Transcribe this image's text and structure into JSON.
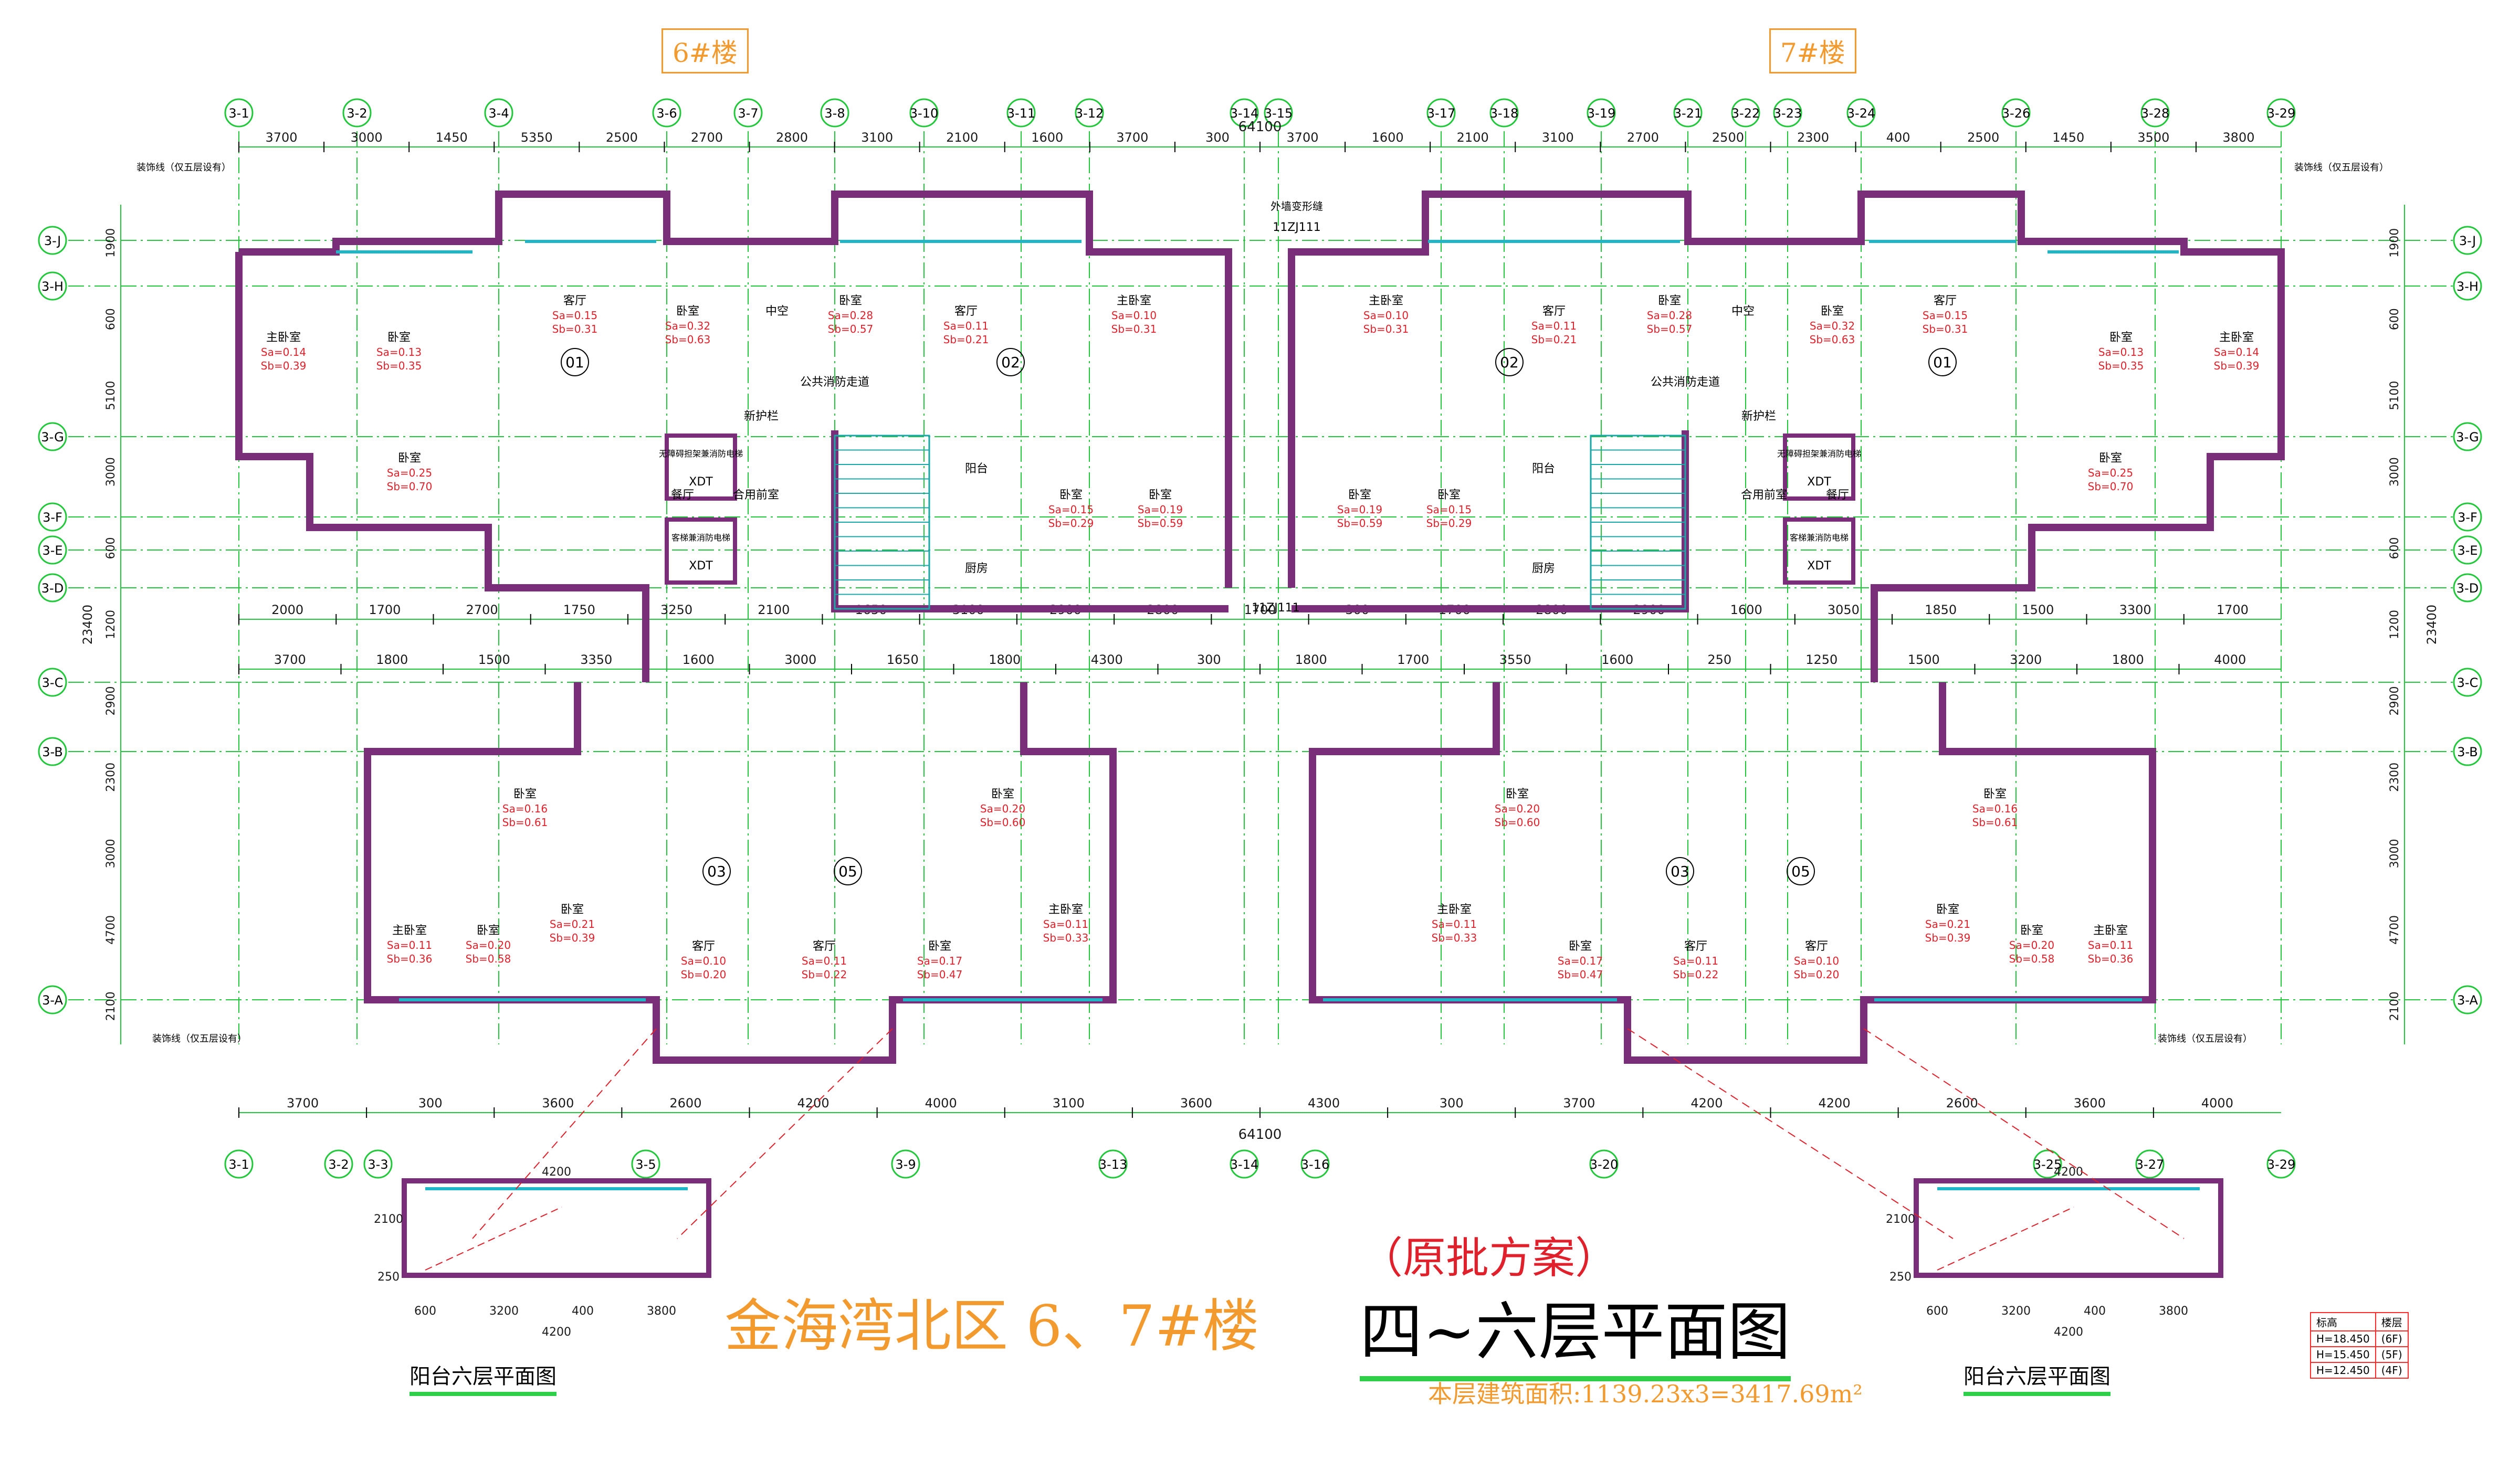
{
  "title": {
    "project": "金海湾北区 6、7#楼",
    "plan": "四~六层平面图",
    "note": "（原批方案）",
    "area": "本层建筑面积:1139.23x3=3417.69m²"
  },
  "buildings": [
    "6#楼",
    "7#楼"
  ],
  "top_axes": [
    "3-1",
    "3-2",
    "3-4",
    "3-6",
    "3-7",
    "3-8",
    "3-10",
    "3-11",
    "3-12",
    "3-14",
    "3-15",
    "3-17",
    "3-18",
    "3-19",
    "3-21",
    "3-22",
    "3-23",
    "3-24",
    "3-26",
    "3-28",
    "3-29"
  ],
  "bottom_axes": [
    "3-1",
    "3-2",
    "3-3",
    "3-5",
    "3-9",
    "3-13",
    "3-14",
    "3-16",
    "3-20",
    "3-25",
    "3-27",
    "3-29"
  ],
  "row_axes": [
    "3-J",
    "3-H",
    "3-G",
    "3-F",
    "3-E",
    "3-D",
    "3-C",
    "3-B",
    "3-A"
  ],
  "top_dims": [
    "3700",
    "3000",
    "1450",
    "5350",
    "2500",
    "2700",
    "2800",
    "3100",
    "2100",
    "1600",
    "3700",
    "300",
    "3700",
    "1600",
    "2100",
    "3100",
    "2700",
    "2500",
    "2300",
    "400",
    "2500",
    "1450",
    "3500",
    "3800"
  ],
  "overall_dim": "64100",
  "second_dims": [
    "2000",
    "1700",
    "2700",
    "1750",
    "3250",
    "2100",
    "1650",
    "3100",
    "2900",
    "2800",
    "1700",
    "300",
    "1700",
    "2800",
    "2900",
    "1600",
    "3050",
    "1850",
    "1500",
    "3300",
    "1700"
  ],
  "third_dims": [
    "3700",
    "1800",
    "1500",
    "3350",
    "1600",
    "3000",
    "1650",
    "1800",
    "4300",
    "300",
    "1800",
    "1700",
    "3550",
    "1600",
    "250",
    "1250",
    "1500",
    "3200",
    "1800",
    "4000"
  ],
  "bottom_dims": [
    "3700",
    "300",
    "3600",
    "2600",
    "4200",
    "4000",
    "3100",
    "3600",
    "4300",
    "300",
    "3700",
    "4200",
    "4200",
    "2600",
    "3600",
    "4000"
  ],
  "left_dims": [
    "1900",
    "600",
    "5100",
    "3000",
    "600",
    "1200",
    "2900",
    "2300",
    "3000",
    "4700",
    "2100"
  ],
  "overall_left": "23400",
  "units": [
    {
      "id": "01",
      "side": "left"
    },
    {
      "id": "02",
      "side": "left"
    },
    {
      "id": "03",
      "side": "left"
    },
    {
      "id": "05",
      "side": "left"
    },
    {
      "id": "02",
      "side": "right"
    },
    {
      "id": "01",
      "side": "right"
    },
    {
      "id": "03",
      "side": "right"
    },
    {
      "id": "05",
      "side": "right"
    }
  ],
  "room_labels": [
    {
      "name": "主卧室",
      "sa": "Sa=0.14",
      "sb": "Sb=0.39"
    },
    {
      "name": "卧室",
      "sa": "Sa=0.13",
      "sb": "Sb=0.35"
    },
    {
      "name": "客厅",
      "sa": "Sa=0.15",
      "sb": "Sb=0.31"
    },
    {
      "name": "卧室",
      "sa": "Sa=0.32",
      "sb": "Sb=0.63"
    },
    {
      "name": "卧室",
      "sa": "Sa=0.28",
      "sb": "Sb=0.57"
    },
    {
      "name": "客厅",
      "sa": "Sa=0.11",
      "sb": "Sb=0.21"
    },
    {
      "name": "主卧室",
      "sa": "Sa=0.10",
      "sb": "Sb=0.31"
    },
    {
      "name": "卧室",
      "sa": "Sa=0.25",
      "sb": "Sb=0.70"
    },
    {
      "name": "卧室",
      "sa": "Sa=0.15",
      "sb": "Sb=0.29"
    },
    {
      "name": "卧室",
      "sa": "Sa=0.19",
      "sb": "Sb=0.59"
    },
    {
      "name": "卧室",
      "sa": "Sa=0.16",
      "sb": "Sb=0.61"
    },
    {
      "name": "卧室",
      "sa": "Sa=0.20",
      "sb": "Sb=0.60"
    },
    {
      "name": "主卧室",
      "sa": "Sa=0.11",
      "sb": "Sb=0.36"
    },
    {
      "name": "卧室",
      "sa": "Sa=0.21",
      "sb": "Sb=0.39"
    },
    {
      "name": "卧室",
      "sa": "Sa=0.20",
      "sb": "Sb=0.58"
    },
    {
      "name": "客厅",
      "sa": "Sa=0.10",
      "sb": "Sb=0.20"
    },
    {
      "name": "客厅",
      "sa": "Sa=0.11",
      "sb": "Sb=0.22"
    },
    {
      "name": "卧室",
      "sa": "Sa=0.17",
      "sb": "Sb=0.47"
    },
    {
      "name": "主卧室",
      "sa": "Sa=0.11",
      "sb": "Sb=0.33"
    }
  ],
  "generic_rooms": [
    "餐厅",
    "厨房",
    "阳台",
    "中空",
    "公共消防走道",
    "合用前室",
    "新护栏"
  ],
  "elevator_labels": [
    "无障碍担架兼消防电梯",
    "XDT",
    "客梯兼消防电梯",
    "XDT"
  ],
  "detail_label": "外墙变形缝",
  "detail_ref": "11ZJ111",
  "decor_note": "装饰线（仅五层设有）",
  "balcony_caption": "阳台六层平面图",
  "balcony_dims": {
    "total": "4200",
    "parts": [
      "600",
      "3200",
      "400",
      "3800"
    ],
    "height": [
      "2100",
      "250"
    ]
  },
  "levels": [
    {
      "h": "H=18.450",
      "floor": "(6F)"
    },
    {
      "h": "H=15.450",
      "floor": "(5F)"
    },
    {
      "h": "H=12.450",
      "floor": "(4F)"
    }
  ],
  "legend_header": [
    "标高",
    "楼层"
  ],
  "colors": {
    "wall": "#7a2e7a",
    "axis": "#20c83a",
    "dim": "#1a1a1a",
    "accent": "#f29a2e",
    "red": "#e0212c",
    "window": "#1fb6c8"
  }
}
